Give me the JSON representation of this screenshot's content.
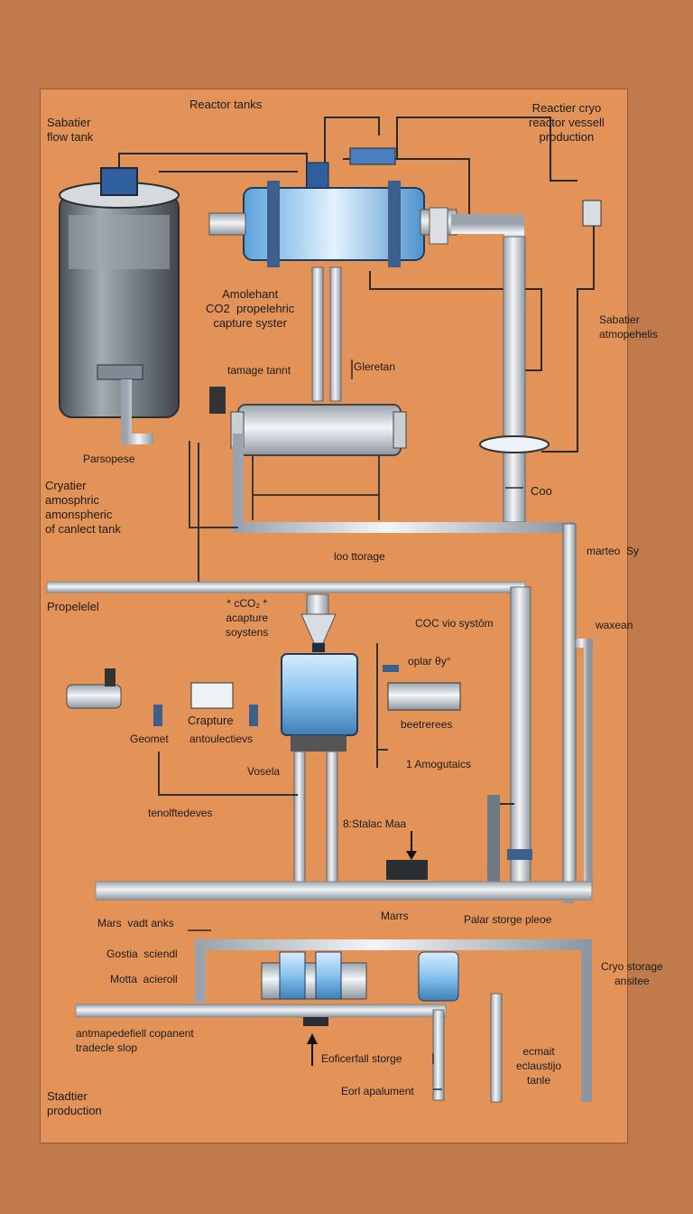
{
  "diagram": {
    "title_left": "Sabatier\nflow tank",
    "title_top": "Reactor tanks",
    "title_right": "Reactier cryo\nreactor vessell\nproduction",
    "labels": {
      "amolehant": "Amolehant\nCO2  propelehric\ncapture syster",
      "tamage": "tamage tannt",
      "gleretan": "Gleretan",
      "sabatier_atmos": "Sabatier\natmopehelis",
      "parsopese": "Parsopese",
      "cryatier": "Cryatier\namosphric\namonspheric\nof canlect tank",
      "coo": "Coo",
      "marteo": "marteo  Sy",
      "loo_storage": "loo ttorage",
      "propelelel": "Propelelel",
      "co2_capture": "* cCO₂ *\nacapture\nsoystens",
      "coc_vio": "COC vio systôm",
      "waxean": "waxean",
      "oplar": "oplar θy°",
      "geomet": "Geomet",
      "crapture": "Crapture",
      "antoulectievs": "antoulectievs",
      "beetrerees": "beetrerees",
      "vosela": "Vosela",
      "amogutaics": "1 Amogutaics",
      "tenolftedeves": "tenolftedeves",
      "stalac": "8:Stalac Maa",
      "mars_tanks": "Mars  vadt anks",
      "marrs": "Marrs",
      "palar_storge": "Palar storge pleoe",
      "gostia": "Gostia  sciendl",
      "motta": "Motta  acieroll",
      "cryo_storage": "Cryo storage\nansitee",
      "antmapedefiell": "antmapedefiell copanent\ntradecle slop",
      "eofcerfall": "Eoficerfall storge",
      "ecmatt": "ecmait\neclaustijo\ntanle",
      "eorl_apalument": "Eorl apalument",
      "stadtier": "Stadtier\nproduction"
    }
  }
}
